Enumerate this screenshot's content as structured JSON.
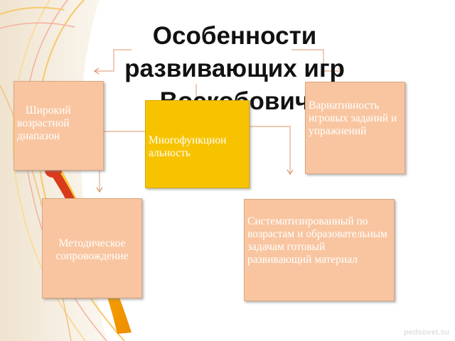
{
  "slide": {
    "title": "Особенности\nразвивающих игр\nВоскобович",
    "boxes": {
      "wide_age": "Широкий возрастной диапазон",
      "multifunction": "Многофункцион альность",
      "variative": "Вариативность игровых заданий и упражнений",
      "methodical": "Методическое сопровождение",
      "systematized": "Систематизированный по возрастам и образовательным задачам готовый развивающий материал"
    },
    "watermark": "pedsovet.su"
  },
  "colors": {
    "box_fill": "#f8c5a0",
    "center_fill": "#f7c300",
    "connector": "#e3a987",
    "swirl_yellow": "#f4b400",
    "swirl_red": "#d93a1a",
    "background_left": "#f1e7d6"
  }
}
